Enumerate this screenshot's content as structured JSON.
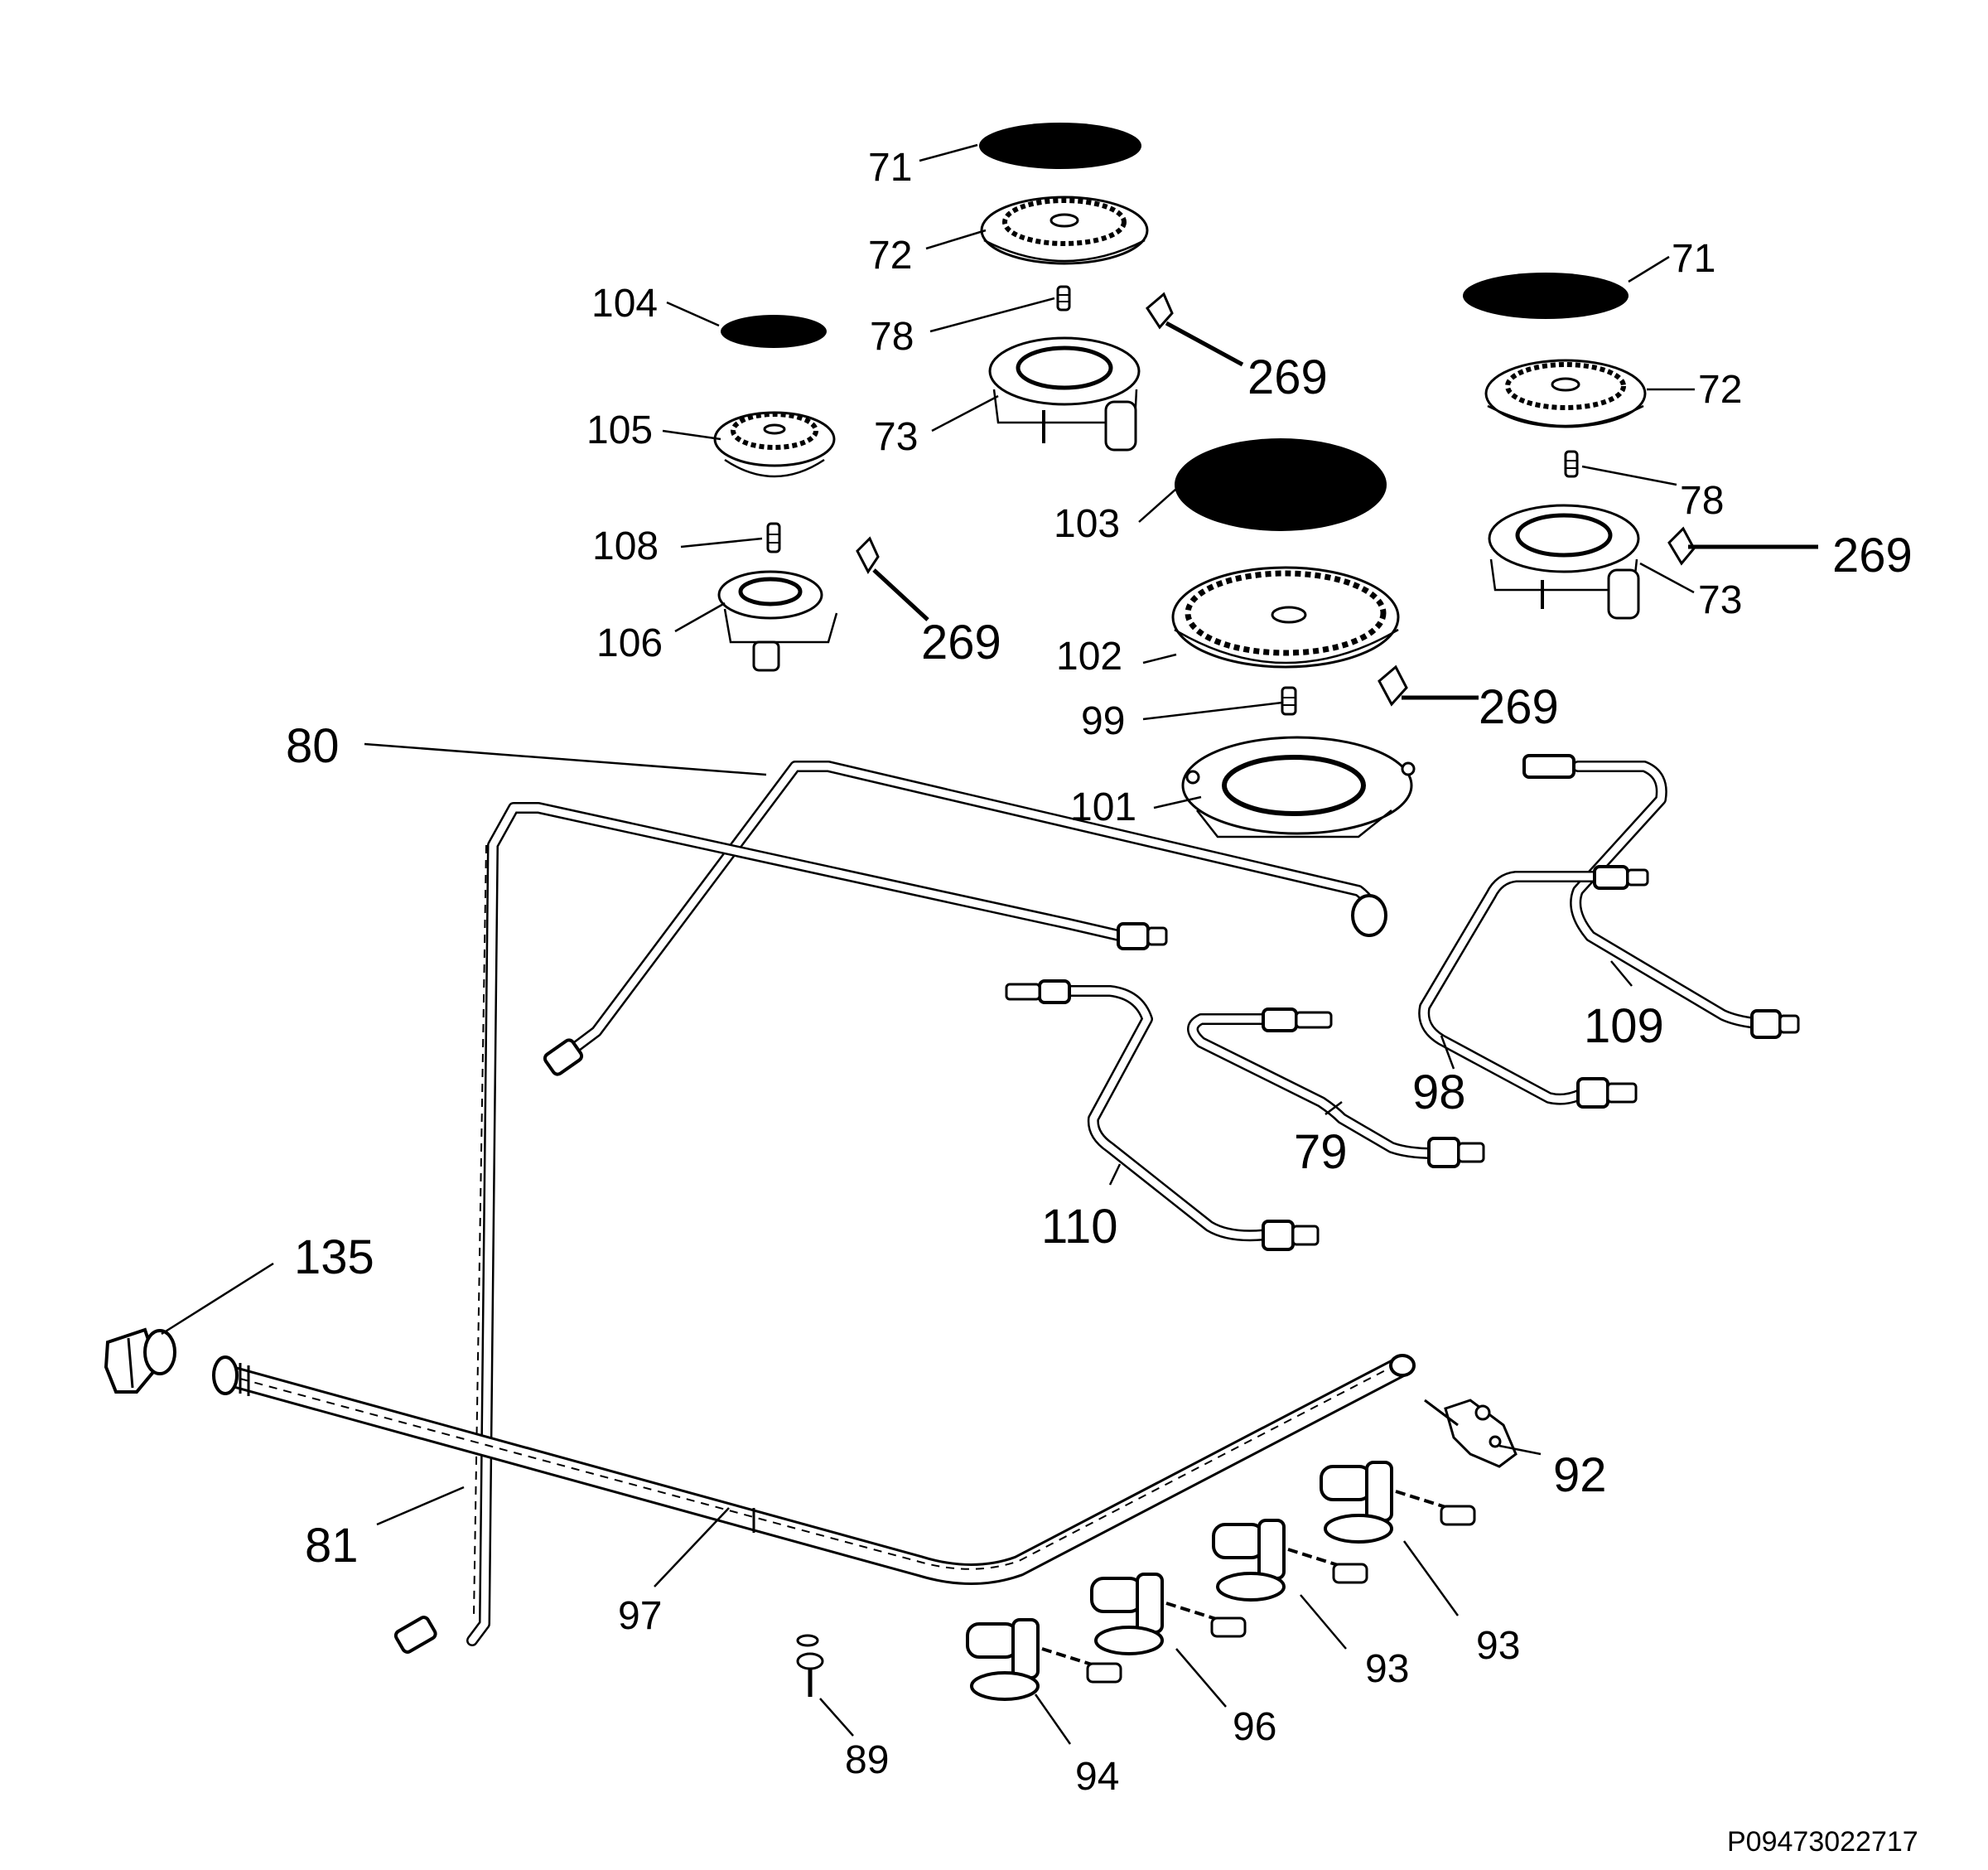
{
  "diagram": {
    "drawing_code": "P09473022717",
    "callouts": {
      "c71a": "71",
      "c72a": "72",
      "c78a": "78",
      "c73a": "73",
      "c269a": "269",
      "c104": "104",
      "c105": "105",
      "c108": "108",
      "c106": "106",
      "c269b": "269",
      "c71b": "71",
      "c72b": "72",
      "c78b": "78",
      "c269c": "269",
      "c73b": "73",
      "c103": "103",
      "c102": "102",
      "c99": "99",
      "c269d": "269",
      "c101": "101",
      "c80": "80",
      "c109": "109",
      "c98": "98",
      "c79": "79",
      "c110": "110",
      "c135": "135",
      "c81": "81",
      "c97": "97",
      "c92": "92",
      "c93a": "93",
      "c93b": "93",
      "c96": "96",
      "c94": "94",
      "c89": "89"
    }
  }
}
